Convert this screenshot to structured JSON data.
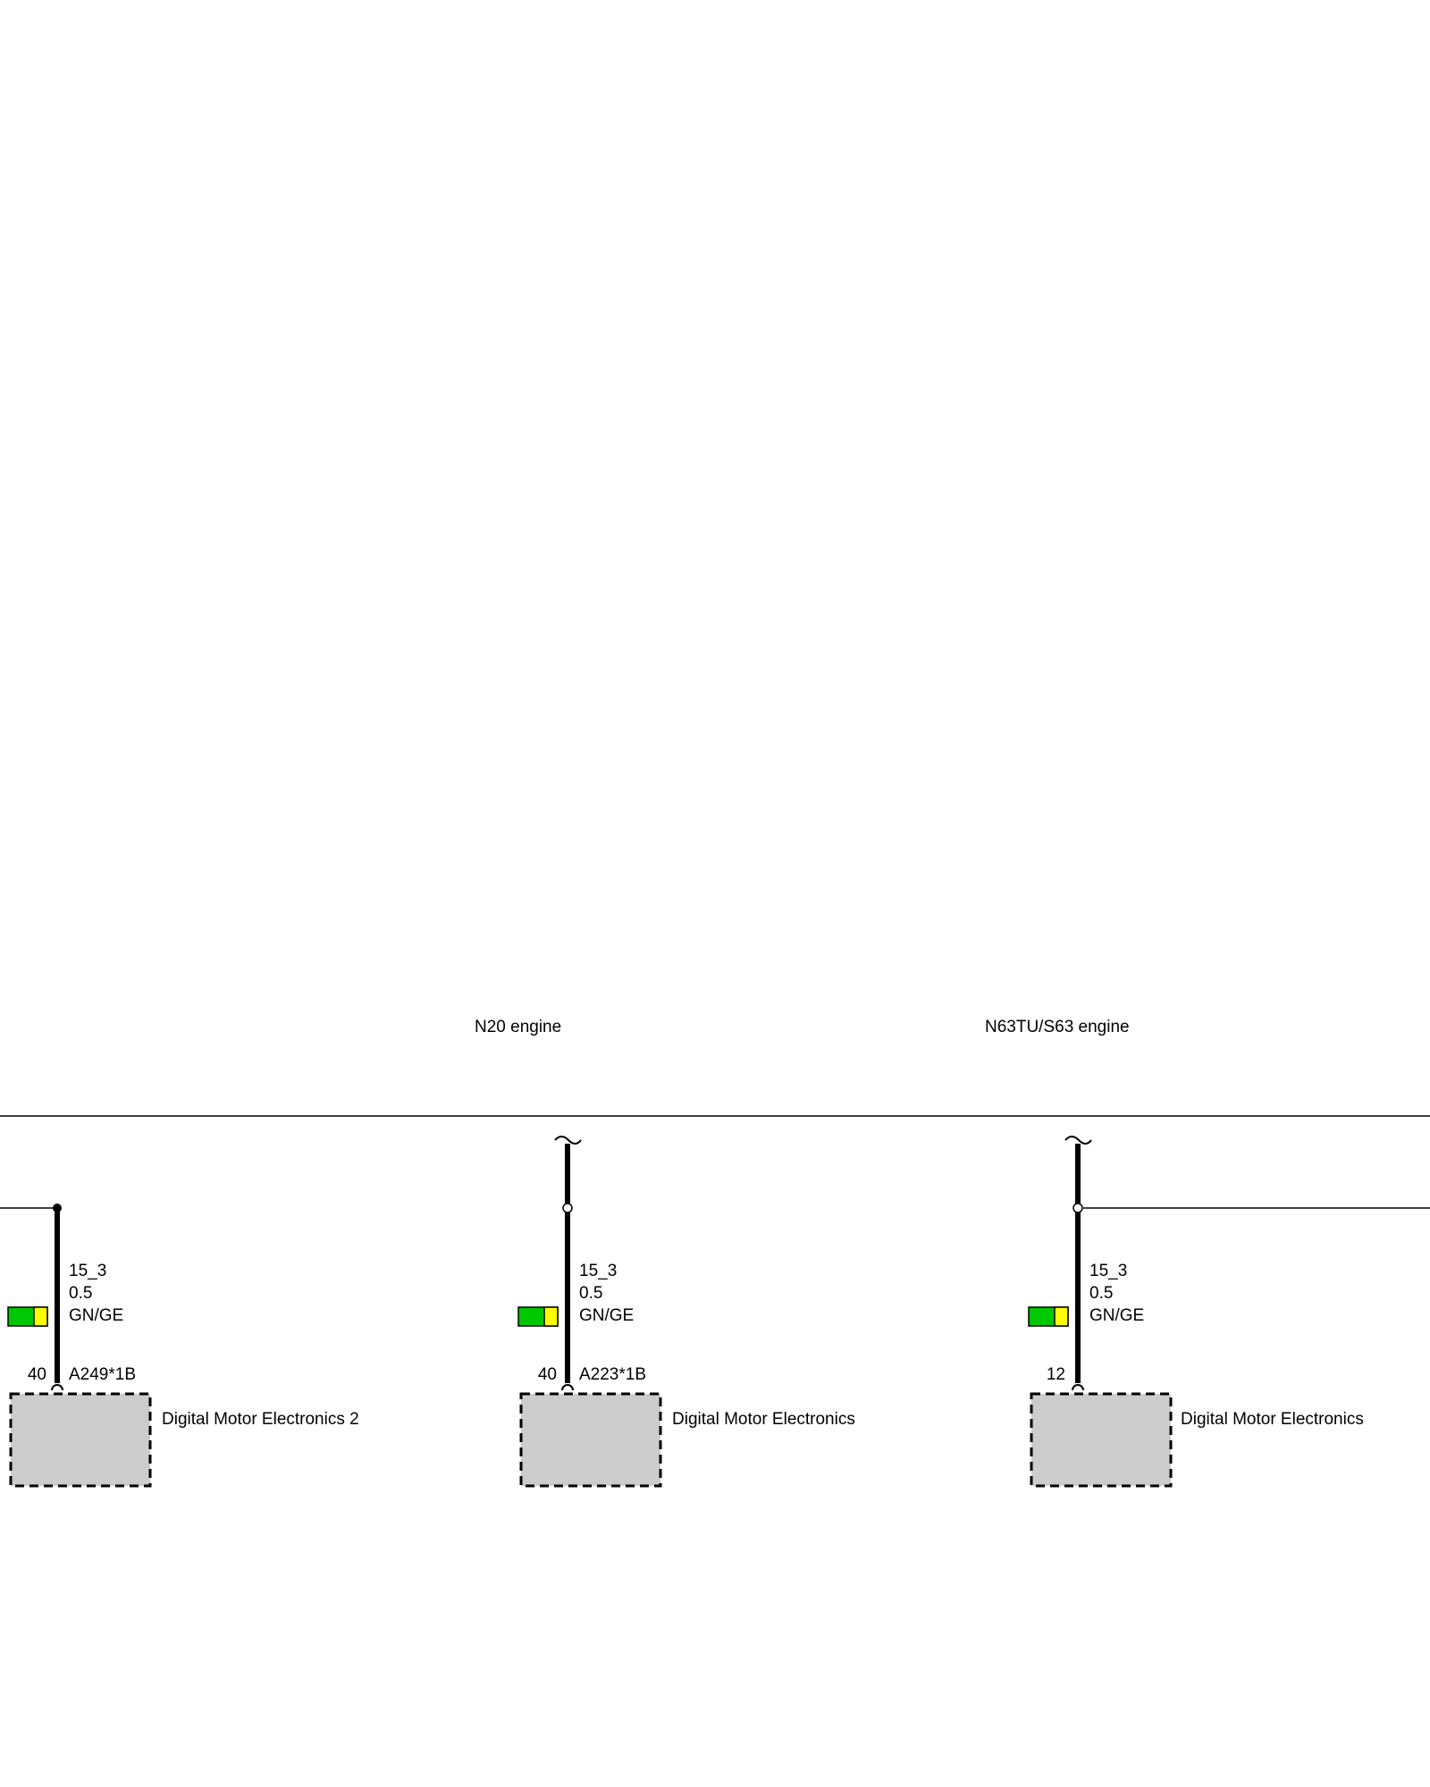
{
  "captions": [
    {
      "text": "N20 engine"
    },
    {
      "text": "N63TU/S63 engine"
    }
  ],
  "colors": {
    "wire": "#000000",
    "module_fill": "#cccccc",
    "insulation_primary": "#00c800",
    "insulation_stripe": "#ffff00"
  },
  "branches": [
    {
      "signal": "15_3",
      "gauge": "0.5",
      "wire_color": "GN/GE",
      "pin": "40",
      "connector": "A249*1B",
      "module": "Digital Motor Electronics 2"
    },
    {
      "signal": "15_3",
      "gauge": "0.5",
      "wire_color": "GN/GE",
      "pin": "40",
      "connector": "A223*1B",
      "module": "Digital Motor Electronics"
    },
    {
      "signal": "15_3",
      "gauge": "0.5",
      "wire_color": "GN/GE",
      "pin": "12",
      "connector": "",
      "module": "Digital Motor Electronics"
    }
  ]
}
